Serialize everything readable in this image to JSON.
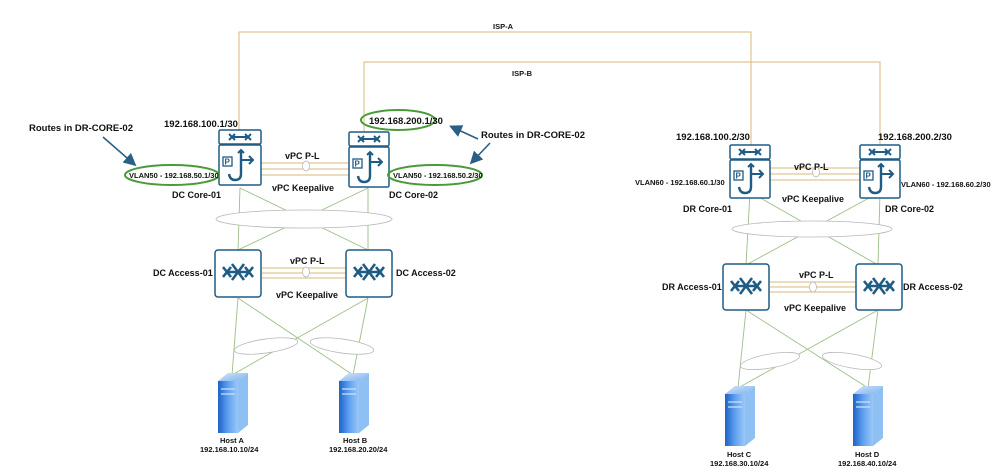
{
  "links": {
    "isp_a": "ISP-A",
    "isp_b": "ISP-B",
    "vpc_pl": "vPC P-L",
    "vpc_keepalive": "vPC Keepalive"
  },
  "annotations": {
    "routes_left": "Routes in DR-CORE-02",
    "routes_right": "Routes in DR-CORE-02"
  },
  "dc": {
    "core1": {
      "name": "DC Core-01",
      "wan_ip": "192.168.100.1/30",
      "vlan": "VLAN50 - 192.168.50.1/30"
    },
    "core2": {
      "name": "DC Core-02",
      "wan_ip": "192.168.200.1/30",
      "vlan": "VLAN50 - 192.168.50.2/30"
    },
    "access1": {
      "name": "DC Access-01"
    },
    "access2": {
      "name": "DC Access-02"
    },
    "host_a": {
      "name": "Host A",
      "ip": "192.168.10.10/24"
    },
    "host_b": {
      "name": "Host B",
      "ip": "192.168.20.20/24"
    }
  },
  "dr": {
    "core1": {
      "name": "DR Core-01",
      "wan_ip": "192.168.100.2/30",
      "vlan": "VLAN60 - 192.168.60.1/30"
    },
    "core2": {
      "name": "DR Core-02",
      "wan_ip": "192.168.200.2/30",
      "vlan": "VLAN60 - 192.168.60.2/30"
    },
    "access1": {
      "name": "DR Access-01"
    },
    "access2": {
      "name": "DR Access-02"
    },
    "host_c": {
      "name": "Host C",
      "ip": "192.168.30.10/24"
    },
    "host_d": {
      "name": "Host D",
      "ip": "192.168.40.10/24"
    }
  },
  "colors": {
    "device_blue": "#1f5c85",
    "isp_link": "#d9b878",
    "ethernet_link": "#9bbf86",
    "highlight": "#4a9a3a",
    "arrow": "#2a5f86"
  },
  "icons": {
    "core_switch": "layer3-switch-icon",
    "access_switch": "layer2-switch-icon",
    "host": "server-icon"
  }
}
